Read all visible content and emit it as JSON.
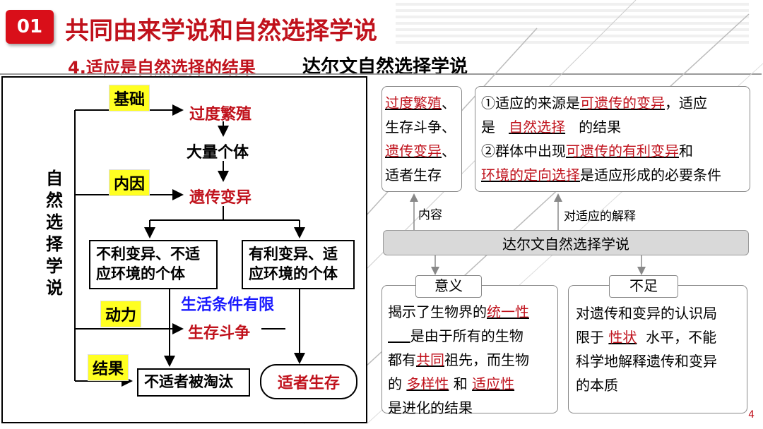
{
  "header": {
    "badge": "01",
    "title": "共同由来学说和自然选择学说",
    "subtitle": "4.适应是自然选择的结果",
    "subtitle2": "达尔文自然选择学说"
  },
  "left": {
    "vertical_label": [
      "自",
      "然",
      "选",
      "择",
      "学",
      "说"
    ],
    "tag_basis": "基础",
    "tag_internal": "内因",
    "tag_power": "动力",
    "tag_result": "结果",
    "overproduction": "过度繁殖",
    "many_individuals": "大量个体",
    "variation": "遗传变异",
    "unfavorable_box": [
      "不利变异、不适",
      "应环境的个体"
    ],
    "favorable_box": [
      "有利变异、适",
      "应环境的个体"
    ],
    "limited": "生活条件有限",
    "struggle": "生存斗争",
    "eliminated": "不适者被淘汰",
    "survive": "适者生存"
  },
  "right": {
    "content_box": {
      "l1": "过度繁殖",
      "l1b": "、",
      "l2": "生存斗争、",
      "l3": "遗传变异",
      "l3b": "、",
      "l4": "适者生存"
    },
    "explain_box": {
      "a1": "①适应的来源是",
      "a1u": "可遗传的变异",
      "a1b": "，适应",
      "a2": "是",
      "a2u": "自然选择",
      "a2b": "的结果",
      "b1": "②群体中出现",
      "b1u": "可遗传的有利变异",
      "b1b": "和",
      "b2u": "环境的定向选择",
      "b2b": "是适应形成的必要条件"
    },
    "label_content": "内容",
    "label_explain": "对适应的解释",
    "center_bar": "达尔文自然选择学说",
    "meaning_label": "意义",
    "shortfall_label": "不足",
    "meaning_box": {
      "l1": "揭示了生物界的",
      "l1u": "统一性",
      "l2": "是由于所有的生物",
      "l3": "都有",
      "l3u": "共同",
      "l3b": "祖先，而生物",
      "l4": "的",
      "l4u": "多样性",
      "l4b": "和",
      "l4u2": "适应性",
      "l5": "是进化的结果"
    },
    "shortfall_box": {
      "l1": "对遗传和变异的认识局",
      "l2": "限于",
      "l2u": "性状",
      "l2b": "水平，不能",
      "l3": "科学地解释遗传和变异",
      "l4": "的本质"
    }
  },
  "page_number": "4",
  "colors": {
    "accent_red": "#c0121c",
    "tag_yellow": "#ffff22",
    "blue_text": "#1a1aff"
  }
}
